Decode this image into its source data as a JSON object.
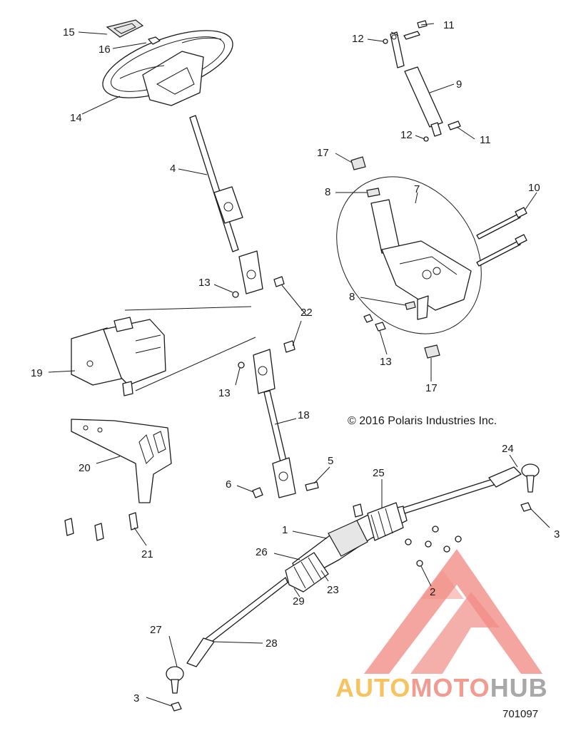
{
  "callouts": {
    "c1": "1",
    "c2": "2",
    "c3a": "3",
    "c3b": "3",
    "c4": "4",
    "c5": "5",
    "c6": "6",
    "c7": "7",
    "c8a": "8",
    "c8b": "8",
    "c9": "9",
    "c10": "10",
    "c11a": "11",
    "c11b": "11",
    "c12a": "12",
    "c12b": "12",
    "c13a": "13",
    "c13b": "13",
    "c13c": "13",
    "c14": "14",
    "c15": "15",
    "c16": "16",
    "c17a": "17",
    "c17b": "17",
    "c18": "18",
    "c19": "19",
    "c20": "20",
    "c21": "21",
    "c22": "22",
    "c23": "23",
    "c24": "24",
    "c25": "25",
    "c26": "26",
    "c27": "27",
    "c28": "28",
    "c29": "29"
  },
  "copyright": "© 2016 Polaris Industries Inc.",
  "drawing_number": "701097",
  "watermark": {
    "part1": "AUTO",
    "part2": "MOTO",
    "part3": "HUB",
    "colors": {
      "auto": "#f5b942",
      "moto": "#f08a7e",
      "hub": "#9a9a9a",
      "triangle": "#f07b72"
    }
  }
}
